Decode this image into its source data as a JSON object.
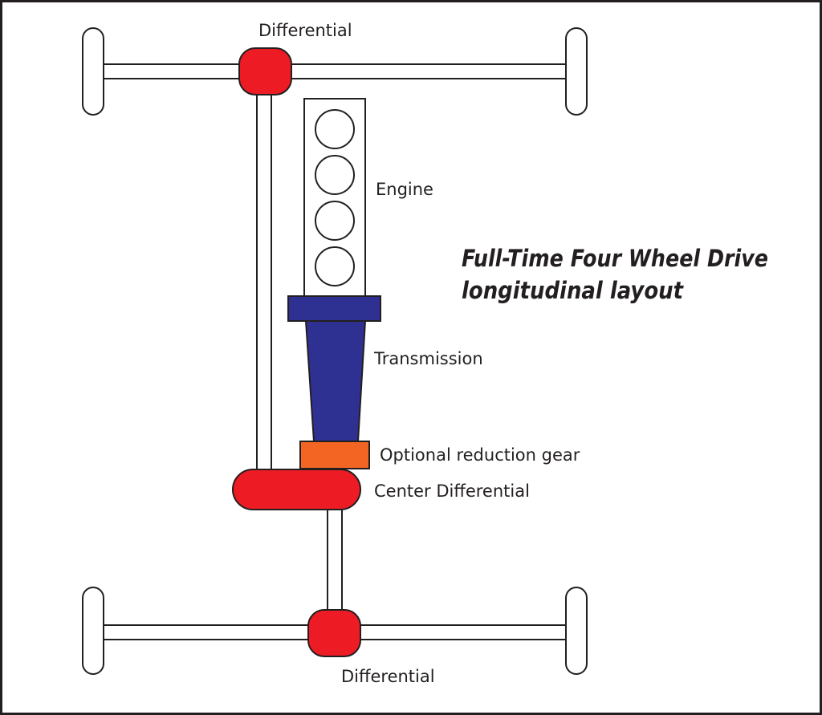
{
  "title": {
    "line1": "Full-Time Four Wheel Drive",
    "line2": "longitudinal layout"
  },
  "labels": {
    "front_differential": "Differential",
    "engine": "Engine",
    "transmission": "Transmission",
    "reduction_gear": "Optional reduction gear",
    "center_differential": "Center Differential",
    "rear_differential": "Differential"
  },
  "components": {
    "engine_cylinders": 4
  },
  "colors": {
    "differential": "#ed1c24",
    "transmission": "#2e3192",
    "reduction_gear": "#f26522",
    "outline": "#231f20",
    "background": "#ffffff"
  }
}
